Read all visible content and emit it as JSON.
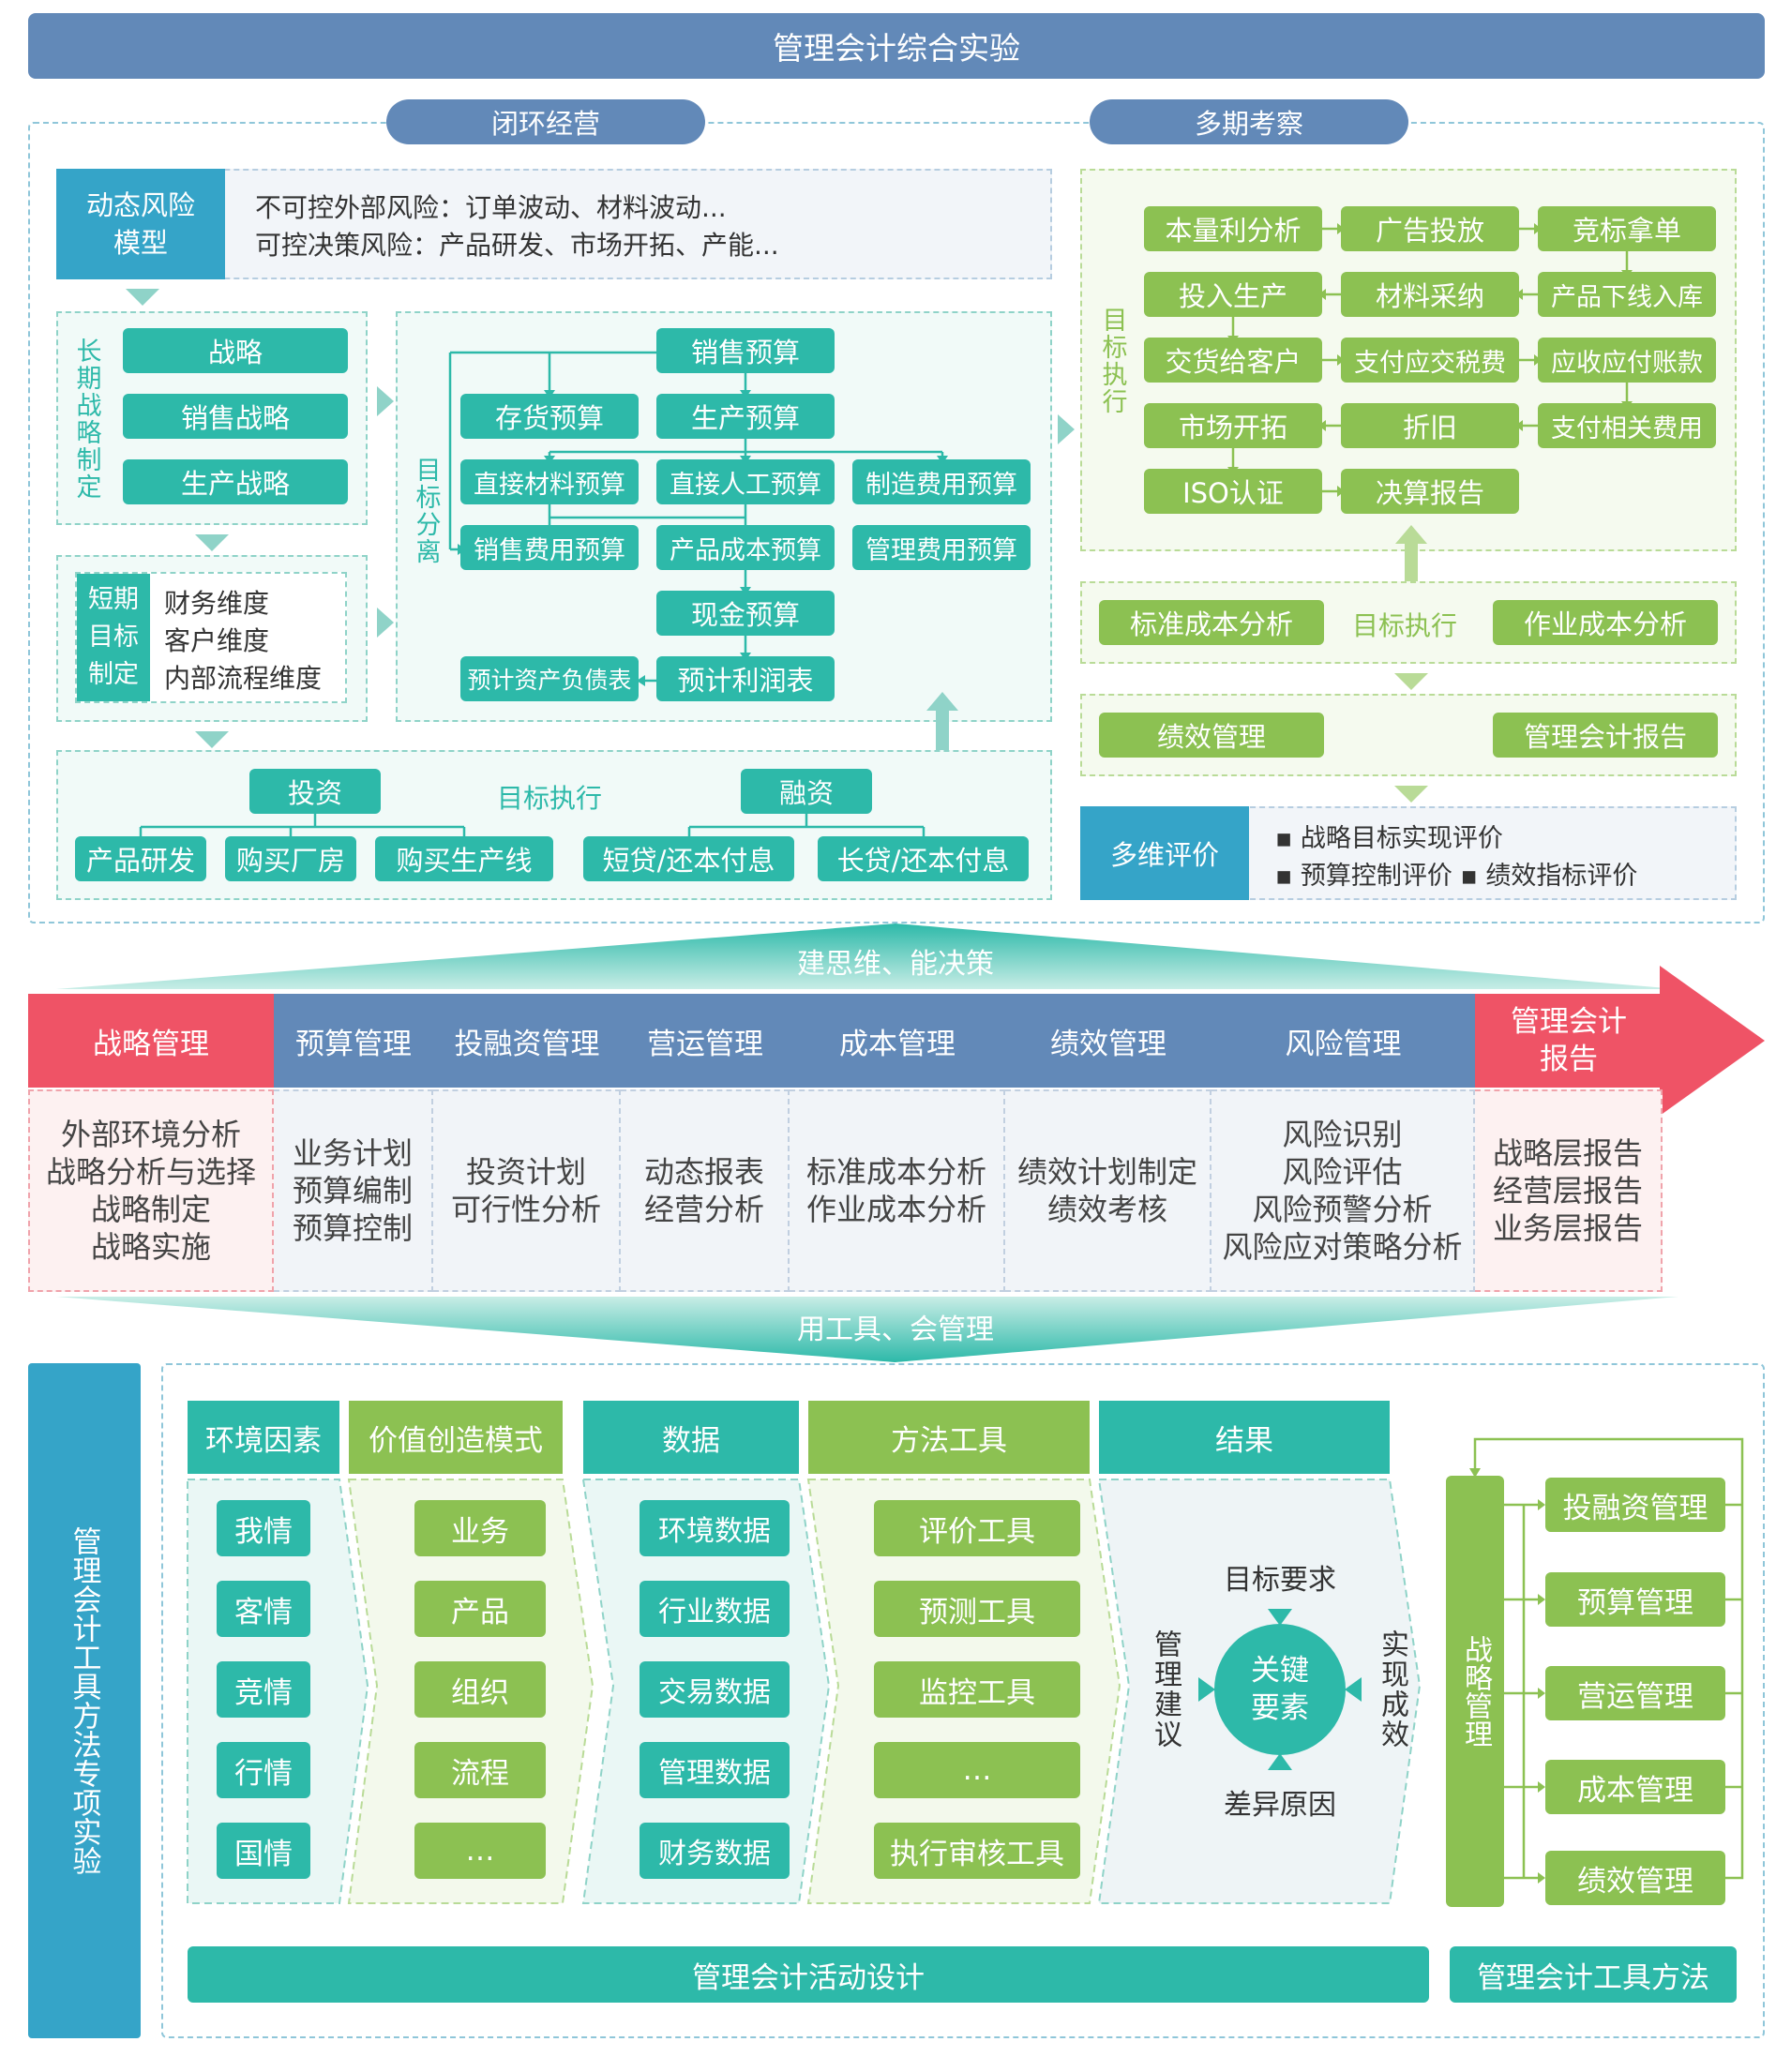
{
  "title": "管理会计综合实验",
  "top": {
    "closed_loop": "闭环经营",
    "multi_period": "多期考察",
    "risk": {
      "label": "动态风险\n模型",
      "line1": "不可控外部风险：订单波动、材料波动...",
      "line2": "可控决策风险：产品研发、市场开拓、产能..."
    },
    "long_term": {
      "label": "长期战略制定",
      "items": [
        "战略",
        "销售战略",
        "生产战略"
      ]
    },
    "short_term": {
      "label": "短期目标制定",
      "items": [
        "财务维度",
        "客户维度",
        "内部流程维度"
      ]
    },
    "target_sep": "目标分离",
    "budget": {
      "sales": "销售预算",
      "inventory": "存货预算",
      "production": "生产预算",
      "material": "直接材料预算",
      "labor": "直接人工预算",
      "overhead": "制造费用预算",
      "sales_exp": "销售费用预算",
      "product_cost": "产品成本预算",
      "admin_exp": "管理费用预算",
      "cash": "现金预算",
      "bs": "预计资产负债表",
      "pl": "预计利润表"
    },
    "exec": {
      "title": "目标执行",
      "invest": "投资",
      "finance": "融资",
      "inv_items": [
        "产品研发",
        "购买厂房",
        "购买生产线"
      ],
      "fin_items": [
        "短贷/还本付息",
        "长贷/还本付息"
      ]
    },
    "right_exec_label": "目标执行",
    "flow": [
      "本量利分析",
      "广告投放",
      "竞标拿单",
      "投入生产",
      "材料采纳",
      "产品下线入库",
      "交货给客户",
      "支付应交税费",
      "应收应付账款",
      "市场开拓",
      "折旧",
      "支付相关费用",
      "ISO认证",
      "决算报告"
    ],
    "cost_row": {
      "left": "标准成本分析",
      "mid": "目标执行",
      "right": "作业成本分析"
    },
    "perf_row": {
      "left": "绩效管理",
      "right": "管理会计报告"
    },
    "eval": {
      "label": "多维评价",
      "line1": "▪ 战略目标实现评价",
      "line2": "▪ 预算控制评价 ▪ 绩效指标评价"
    }
  },
  "mid": {
    "banner_top": "建思维、能决策",
    "banner_bottom": "用工具、会管理",
    "headers": [
      "战略管理",
      "预算管理",
      "投融资管理",
      "营运管理",
      "成本管理",
      "绩效管理",
      "风险管理",
      "管理会计\n报告"
    ],
    "contents": [
      "外部环境分析\n战略分析与选择\n战略制定\n战略实施",
      "业务计划\n预算编制\n预算控制",
      "投资计划\n可行性分析",
      "动态报表\n经营分析",
      "标准成本分析\n作业成本分析",
      "绩效计划制定\n绩效考核",
      "风险识别\n风险评估\n风险预警分析\n风险应对策略分析",
      "战略层报告\n经营层报告\n业务层报告"
    ],
    "colors": {
      "red": "#ef5366",
      "blue": "#6289b8"
    }
  },
  "bottom": {
    "side_label": "管理会计工具方法专项实验",
    "headers": [
      "环境因素",
      "价值创造模式",
      "数据",
      "方法工具",
      "结果"
    ],
    "env": [
      "我情",
      "客情",
      "竞情",
      "行情",
      "国情"
    ],
    "value": [
      "业务",
      "产品",
      "组织",
      "流程",
      "…"
    ],
    "data": [
      "环境数据",
      "行业数据",
      "交易数据",
      "管理数据",
      "财务数据"
    ],
    "tools": [
      "评价工具",
      "预测工具",
      "监控工具",
      "…",
      "执行审核工具"
    ],
    "result": {
      "top": "目标要求",
      "bottom": "差异原因",
      "left": "管理建议",
      "right": "实现成效",
      "center": "关键\n要素"
    },
    "strategy": "战略管理",
    "mgmt": [
      "投融资管理",
      "预算管理",
      "营运管理",
      "成本管理",
      "绩效管理"
    ],
    "activity": "管理会计活动设计",
    "tools_method": "管理会计工具方法"
  }
}
